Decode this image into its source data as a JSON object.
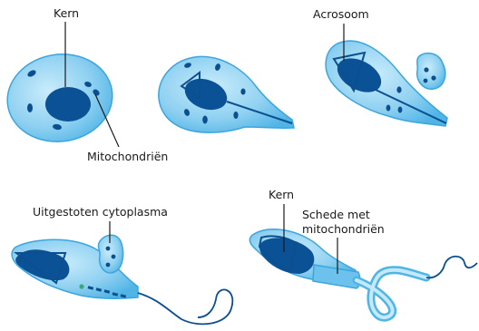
{
  "labels": {
    "kern_1": "Kern",
    "mitochondrien": "Mitochondriën",
    "acrosoom": "Acrosoom",
    "uitgestoten_cytoplasma": "Uitgestoten cytoplasma",
    "kern_2": "Kern",
    "schede_line1": "Schede met",
    "schede_line2": "mitochondriën"
  },
  "colors": {
    "cell_fill": "#9fd8f3",
    "cell_edge": "#3ba6de",
    "nucleus": "#0a5196",
    "organelle": "#0b4f8f",
    "leader_line": "#1a1a1a"
  }
}
